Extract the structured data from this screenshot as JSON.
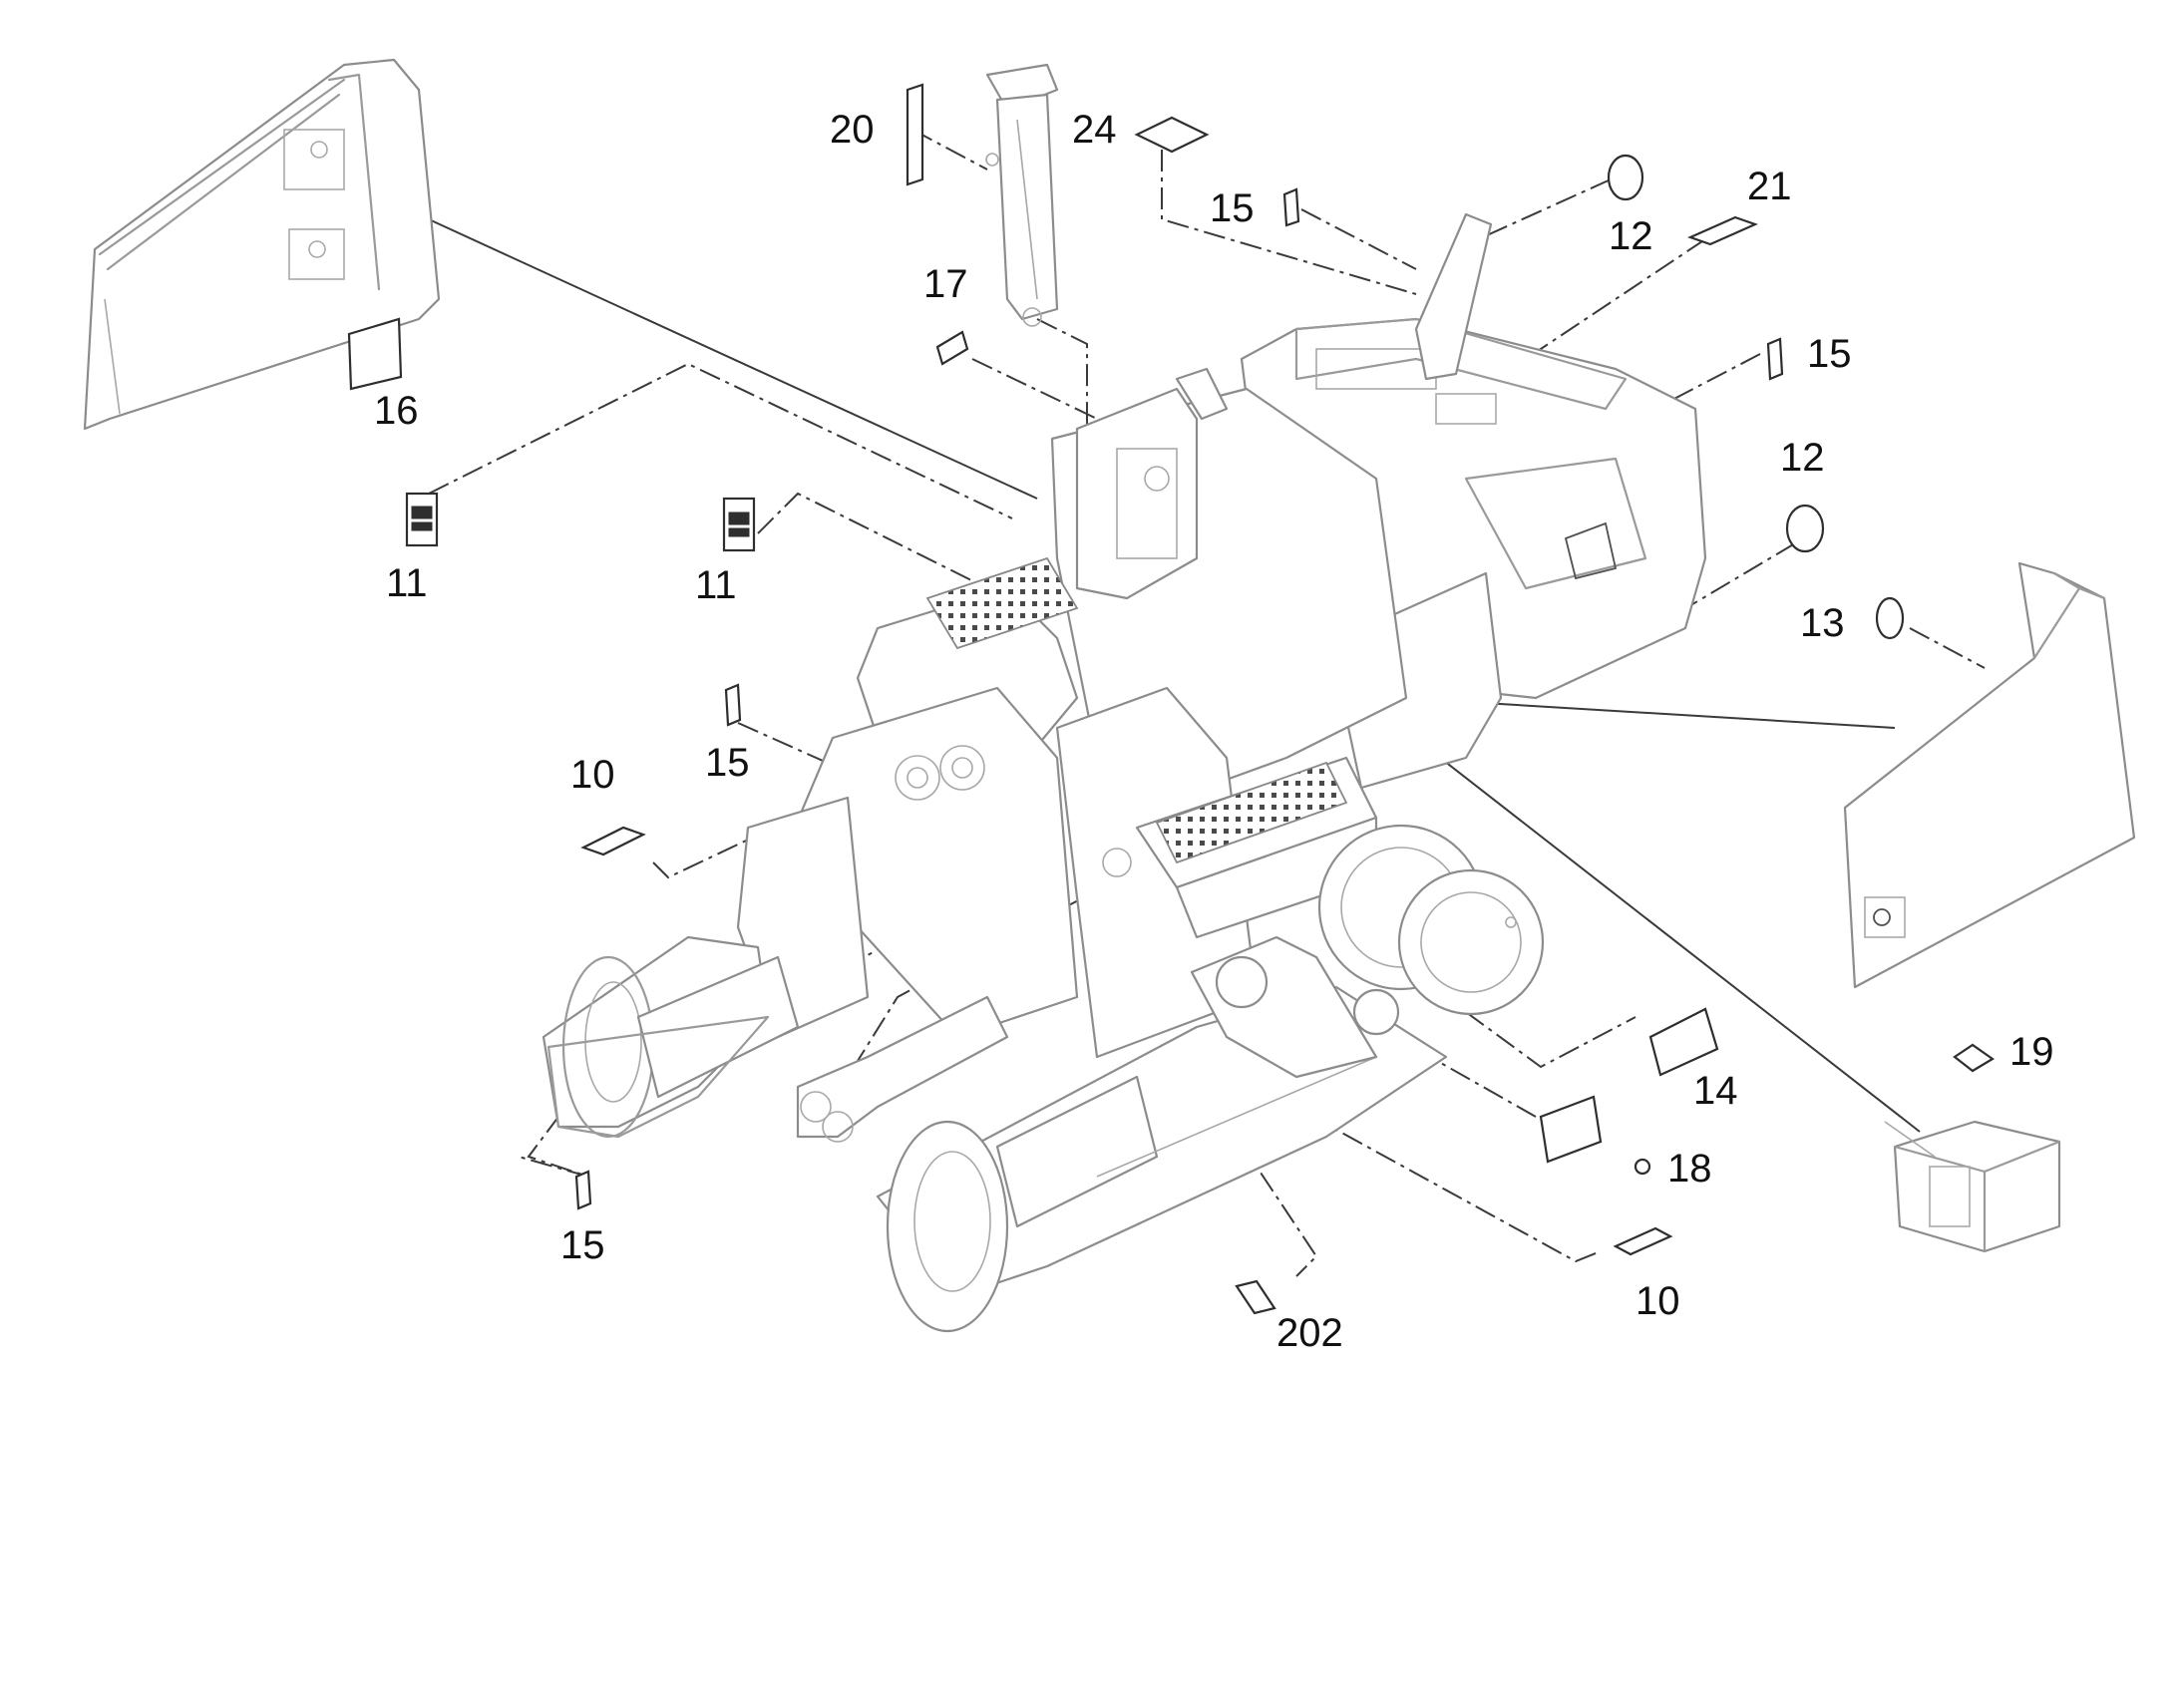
{
  "diagram": {
    "callouts": [
      {
        "id": "c20",
        "label": "20"
      },
      {
        "id": "c24",
        "label": "24"
      },
      {
        "id": "c15a",
        "label": "15"
      },
      {
        "id": "c12a",
        "label": "12"
      },
      {
        "id": "c21",
        "label": "21"
      },
      {
        "id": "c17",
        "label": "17"
      },
      {
        "id": "c15b",
        "label": "15"
      },
      {
        "id": "c12b",
        "label": "12"
      },
      {
        "id": "c16",
        "label": "16"
      },
      {
        "id": "c11a",
        "label": "11"
      },
      {
        "id": "c11b",
        "label": "11"
      },
      {
        "id": "c13",
        "label": "13"
      },
      {
        "id": "c15c",
        "label": "15"
      },
      {
        "id": "c10a",
        "label": "10"
      },
      {
        "id": "c14",
        "label": "14"
      },
      {
        "id": "c19",
        "label": "19"
      },
      {
        "id": "c18",
        "label": "18"
      },
      {
        "id": "c15d",
        "label": "15"
      },
      {
        "id": "c10b",
        "label": "10"
      },
      {
        "id": "c202",
        "label": "202"
      }
    ]
  }
}
